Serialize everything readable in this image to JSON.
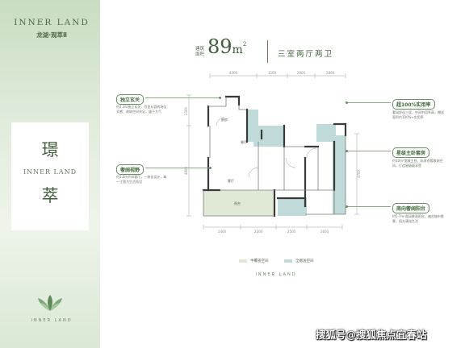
{
  "brand": {
    "en": "INNER LAND",
    "cn": "龙湖·观萃Ⅱ",
    "bottom_text": "INNER LAND"
  },
  "unit_name": {
    "char1": "璟",
    "en": "INNER LAND",
    "char2": "萃"
  },
  "header": {
    "area_label": "建筑面积",
    "area_number": "89",
    "area_unit": "m",
    "area_sup": "2",
    "layout_type": "三室两厅两卫"
  },
  "dimensions": {
    "top": [
      "4000",
      "3500",
      "2800",
      "2800"
    ],
    "bottom": [
      "2400",
      "2200",
      "2500",
      "2600"
    ],
    "left": [
      "2300",
      "4800"
    ],
    "right": [
      "4700"
    ]
  },
  "rooms": {
    "dining": "餐厅",
    "living": "客厅",
    "balcony": "阳台",
    "kitchen": "厨房"
  },
  "annotations": {
    "foyer": {
      "title": "独立玄关",
      "desc": "约2.3m独立玄关，尽显从容转场仪式感；收纳空间充足，盛于大气"
    },
    "view": {
      "title": "奢阔视野",
      "desc": "约2.6m开间客厅，一体化设计，每一寸皆为生活而设"
    },
    "usage": {
      "title": "超100%实用率",
      "desc": "奢阔舒适三居，空间利用率高，赠送面积约100%+实用率"
    },
    "master": {
      "title": "星级主卧套房",
      "desc": "约10m²宽敞主卧，私享衣帽收纳空间，打造星级级享受"
    },
    "balcony": {
      "title": "南向奢阔阳台",
      "desc": "约5.7m²宽阔景观阳台，遍览城市胜景，阳光满溢生活"
    }
  },
  "legend": [
    {
      "label": "半覆盖空间",
      "color": "#dfe9d6"
    },
    {
      "label": "全赠送空间",
      "color": "#bfdad8"
    }
  ],
  "footer_brand": "INNER LAND",
  "watermark": "搜狐号@搜狐焦点宜春站",
  "colors": {
    "accent": "#3f6b3a",
    "panel": "#d8e6d2",
    "gift_space": "#bfdad8",
    "semi_space": "#dfe9d6",
    "wall": "#3a3a3a"
  }
}
